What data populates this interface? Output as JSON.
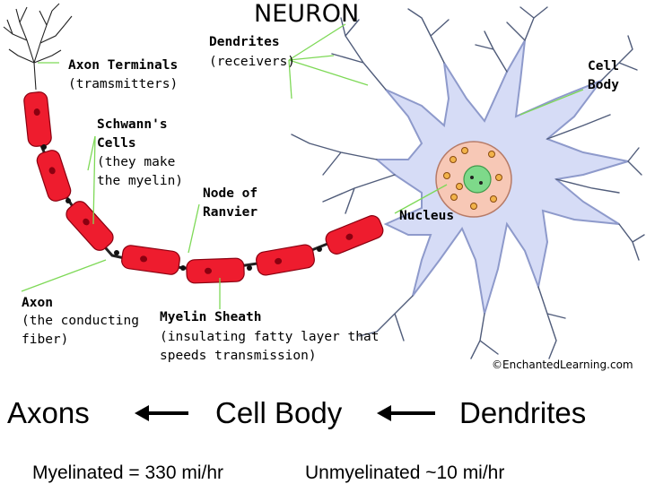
{
  "title": "NEURON",
  "labels": {
    "dendrites": "Dendrites",
    "receivers": "(receivers)",
    "axon_terminals": "Axon Terminals",
    "transmitters": "(tramsmitters)",
    "cell_body_1": "Cell",
    "cell_body_2": "Body",
    "schwann_1": "Schwann's",
    "schwann_2": "Cells",
    "schwann_3": "(they make",
    "schwann_4": "the myelin)",
    "node_1": "Node of",
    "node_2": "Ranvier",
    "nucleus": "Nucleus",
    "axon_1": "Axon",
    "axon_2": "(the conducting",
    "axon_3": "fiber)",
    "myelin_1": "Myelin Sheath",
    "myelin_2": "(insulating fatty layer that",
    "myelin_3": "speeds transmission)",
    "copyright": "©EnchantedLearning.com"
  },
  "flow": {
    "axons": "Axons",
    "cell_body": "Cell Body",
    "dendrites": "Dendrites"
  },
  "speeds": {
    "myelinated": "Myelinated = 330 mi/hr",
    "unmyelinated": "Unmyelinated ~10 mi/hr"
  },
  "colors": {
    "myelin": "#ee1c2e",
    "cell_body": "#d6dcf6",
    "pointer": "#7ed957",
    "nucleus": "#7ed98a"
  }
}
